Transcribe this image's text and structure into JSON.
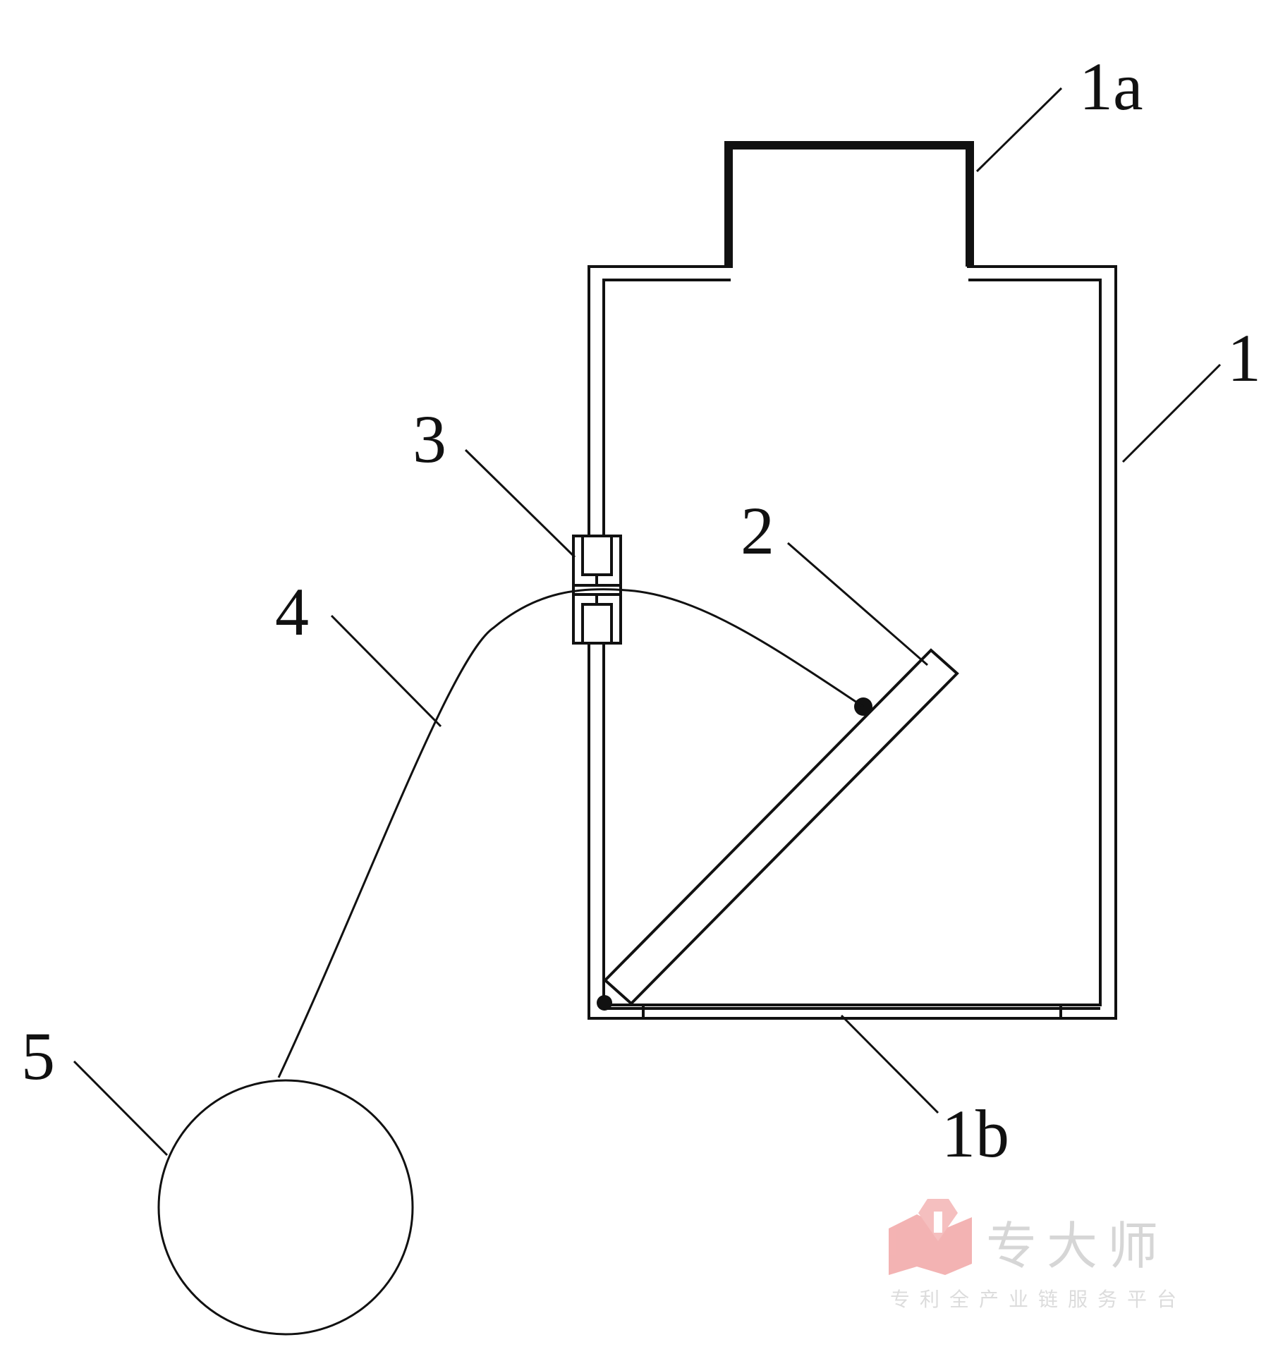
{
  "labels": {
    "container": "1",
    "neck": "1a",
    "bottom": "1b",
    "plate": "2",
    "fitting": "3",
    "cable": "4",
    "ball": "5"
  },
  "watermark": {
    "title": "专大师",
    "subtitle": "专利全产业链服务平台",
    "logo_color": "#f2a6a6"
  },
  "colors": {
    "stroke": "#111111"
  }
}
